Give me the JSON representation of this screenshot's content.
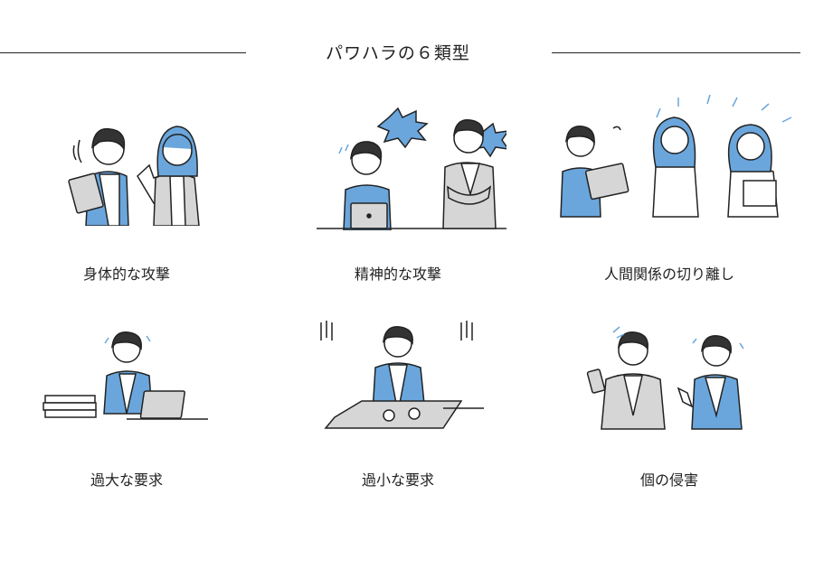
{
  "title": "パワハラの６類型",
  "colors": {
    "accent_blue": "#6aa6dc",
    "suit_gray": "#d6d6d6",
    "line": "#222222"
  },
  "types": [
    {
      "label": "身体的な攻撃"
    },
    {
      "label": "精神的な攻撃"
    },
    {
      "label": "人間関係の切り離し"
    },
    {
      "label": "過大な要求"
    },
    {
      "label": "過小な要求"
    },
    {
      "label": "個の侵害"
    }
  ]
}
